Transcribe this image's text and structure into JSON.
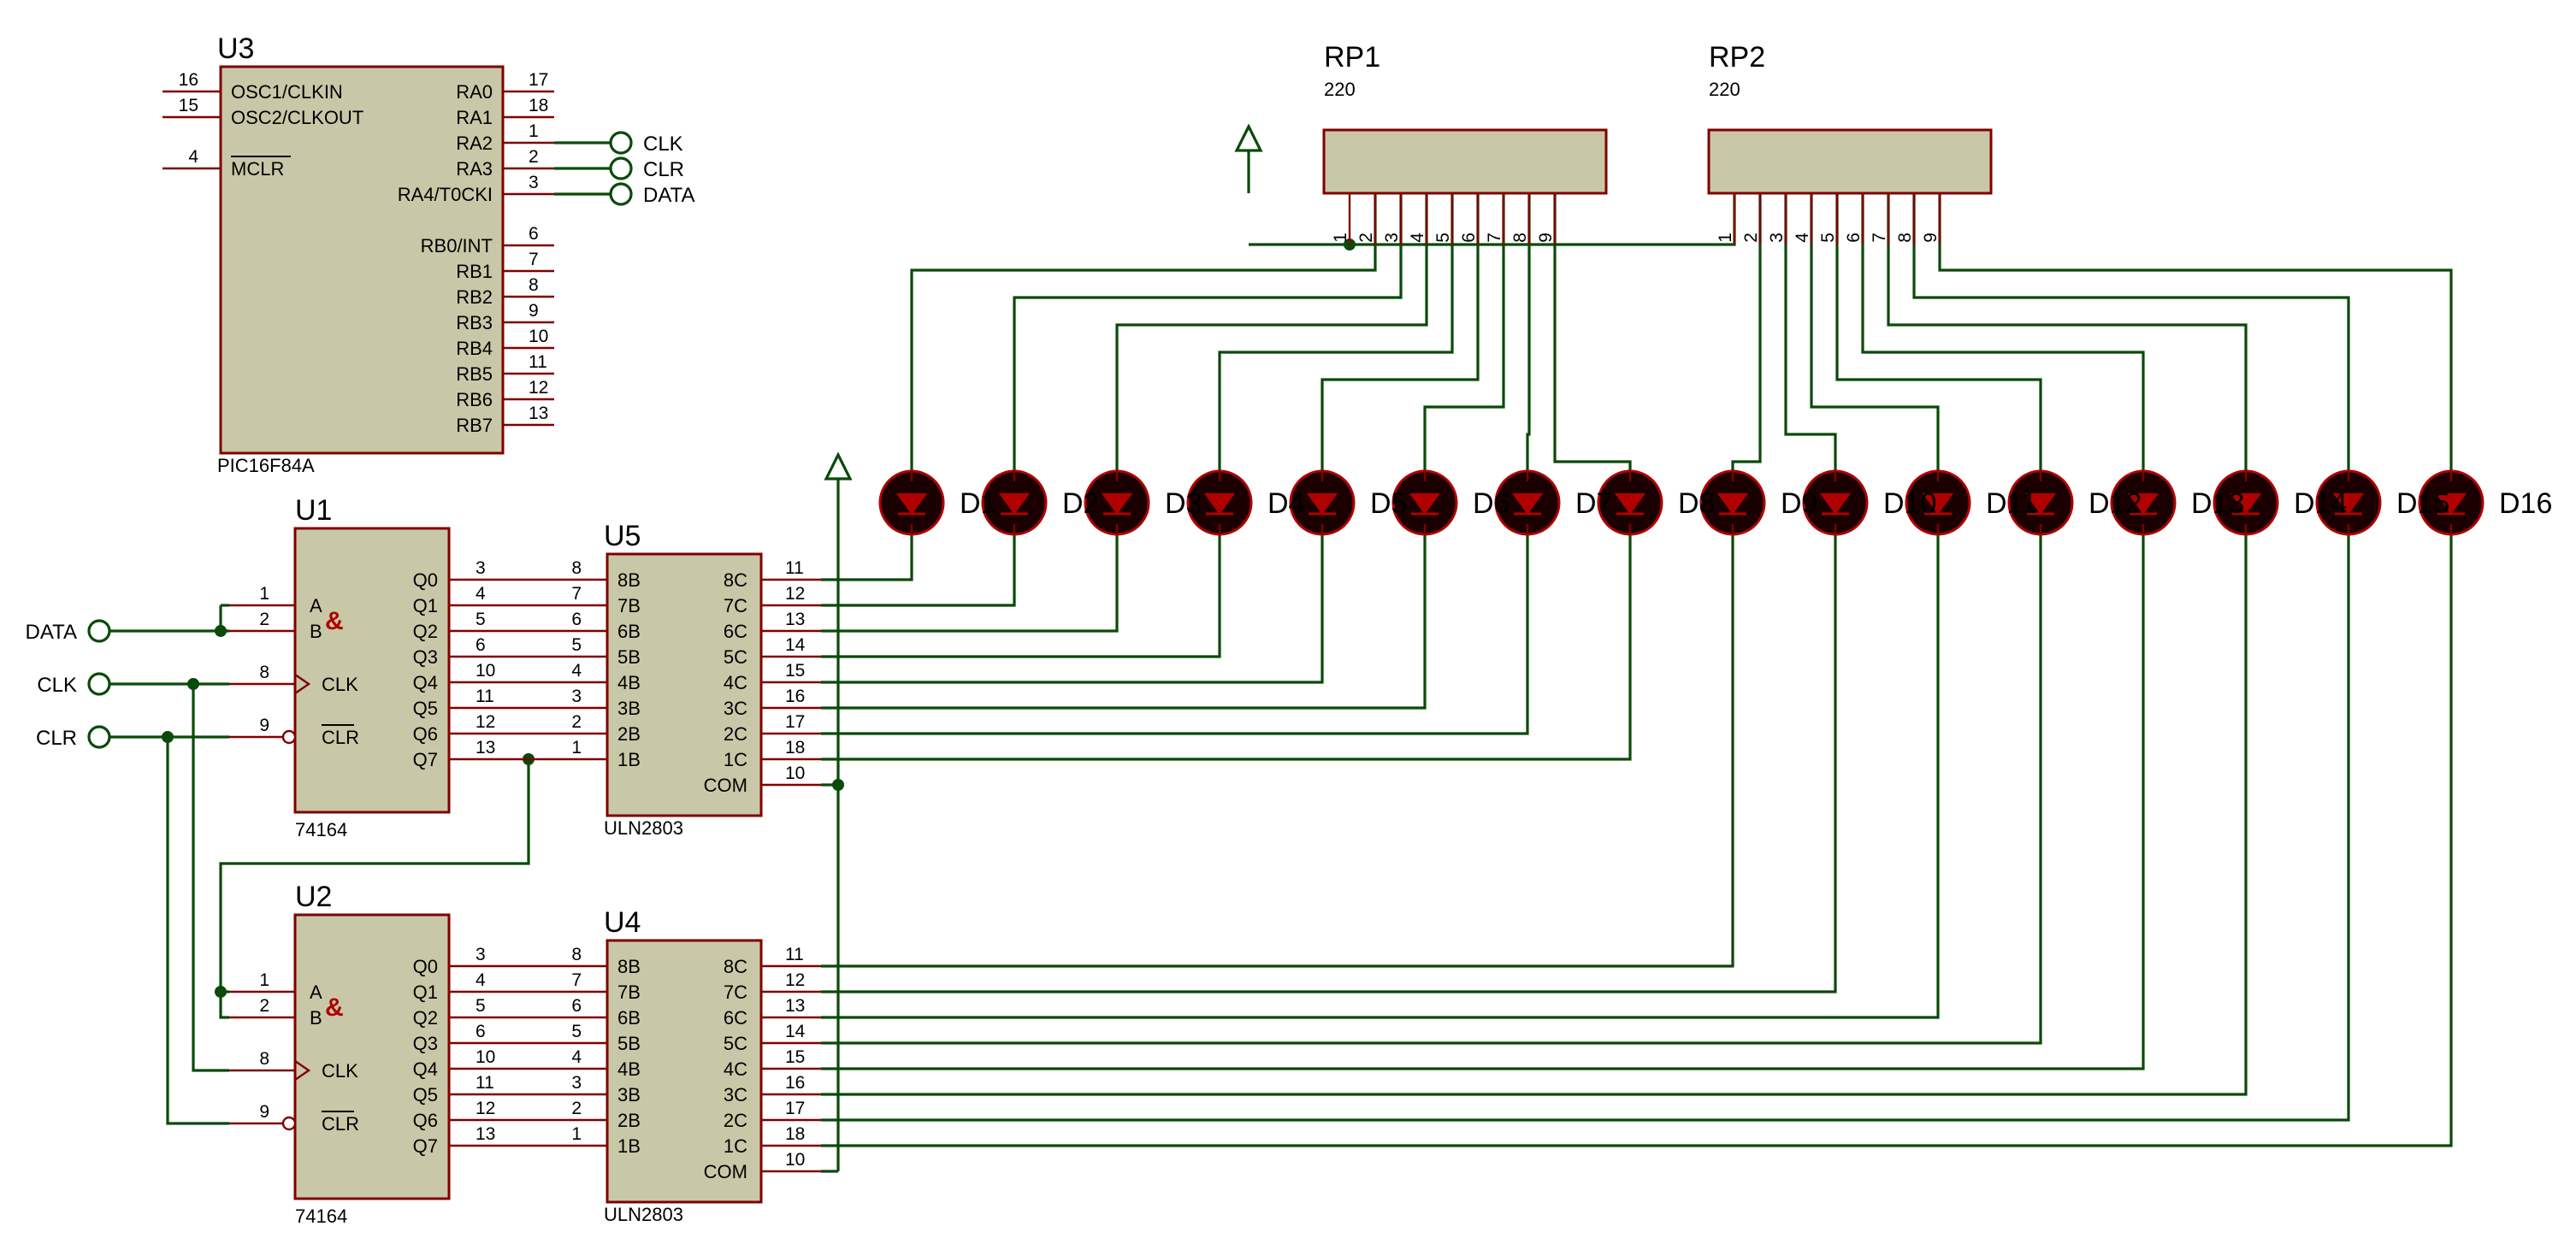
{
  "u3": {
    "ref": "U3",
    "part": "PIC16F84A",
    "left_pins": [
      {
        "num": "16",
        "label": "OSC1/CLKIN"
      },
      {
        "num": "15",
        "label": "OSC2/CLKOUT"
      },
      {
        "num": "4",
        "label": "MCLR"
      }
    ],
    "right_pins": [
      {
        "num": "17",
        "label": "RA0"
      },
      {
        "num": "18",
        "label": "RA1"
      },
      {
        "num": "1",
        "label": "RA2"
      },
      {
        "num": "2",
        "label": "RA3"
      },
      {
        "num": "3",
        "label": "RA4/T0CKI"
      },
      {
        "num": "6",
        "label": "RB0/INT"
      },
      {
        "num": "7",
        "label": "RB1"
      },
      {
        "num": "8",
        "label": "RB2"
      },
      {
        "num": "9",
        "label": "RB3"
      },
      {
        "num": "10",
        "label": "RB4"
      },
      {
        "num": "11",
        "label": "RB5"
      },
      {
        "num": "12",
        "label": "RB6"
      },
      {
        "num": "13",
        "label": "RB7"
      }
    ],
    "terminals": [
      "CLK",
      "CLR",
      "DATA"
    ]
  },
  "registers": [
    {
      "ref": "U1",
      "part": "74164",
      "left_pins": [
        {
          "num": "1",
          "label": "A"
        },
        {
          "num": "2",
          "label": "B"
        },
        {
          "num": "8",
          "label": "CLK"
        },
        {
          "num": "9",
          "label": "CLR"
        }
      ],
      "amp": "&",
      "outputs": [
        {
          "label": "Q0",
          "num": "3"
        },
        {
          "label": "Q1",
          "num": "4"
        },
        {
          "label": "Q2",
          "num": "5"
        },
        {
          "label": "Q3",
          "num": "6"
        },
        {
          "label": "Q4",
          "num": "10"
        },
        {
          "label": "Q5",
          "num": "11"
        },
        {
          "label": "Q6",
          "num": "12"
        },
        {
          "label": "Q7",
          "num": "13"
        }
      ]
    },
    {
      "ref": "U2",
      "part": "74164",
      "left_pins": [
        {
          "num": "1",
          "label": "A"
        },
        {
          "num": "2",
          "label": "B"
        },
        {
          "num": "8",
          "label": "CLK"
        },
        {
          "num": "9",
          "label": "CLR"
        }
      ],
      "amp": "&",
      "outputs": [
        {
          "label": "Q0",
          "num": "3"
        },
        {
          "label": "Q1",
          "num": "4"
        },
        {
          "label": "Q2",
          "num": "5"
        },
        {
          "label": "Q3",
          "num": "6"
        },
        {
          "label": "Q4",
          "num": "10"
        },
        {
          "label": "Q5",
          "num": "11"
        },
        {
          "label": "Q6",
          "num": "12"
        },
        {
          "label": "Q7",
          "num": "13"
        }
      ]
    }
  ],
  "drivers": [
    {
      "ref": "U5",
      "part": "ULN2803",
      "inputs": [
        {
          "label": "8B",
          "num": "8"
        },
        {
          "label": "7B",
          "num": "7"
        },
        {
          "label": "6B",
          "num": "6"
        },
        {
          "label": "5B",
          "num": "5"
        },
        {
          "label": "4B",
          "num": "4"
        },
        {
          "label": "3B",
          "num": "3"
        },
        {
          "label": "2B",
          "num": "2"
        },
        {
          "label": "1B",
          "num": "1"
        }
      ],
      "outputs": [
        {
          "label": "8C",
          "num": "11"
        },
        {
          "label": "7C",
          "num": "12"
        },
        {
          "label": "6C",
          "num": "13"
        },
        {
          "label": "5C",
          "num": "14"
        },
        {
          "label": "4C",
          "num": "15"
        },
        {
          "label": "3C",
          "num": "16"
        },
        {
          "label": "2C",
          "num": "17"
        },
        {
          "label": "1C",
          "num": "18"
        },
        {
          "label": "COM",
          "num": "10"
        }
      ]
    },
    {
      "ref": "U4",
      "part": "ULN2803",
      "inputs": [
        {
          "label": "8B",
          "num": "8"
        },
        {
          "label": "7B",
          "num": "7"
        },
        {
          "label": "6B",
          "num": "6"
        },
        {
          "label": "5B",
          "num": "5"
        },
        {
          "label": "4B",
          "num": "4"
        },
        {
          "label": "3B",
          "num": "3"
        },
        {
          "label": "2B",
          "num": "2"
        },
        {
          "label": "1B",
          "num": "1"
        }
      ],
      "outputs": [
        {
          "label": "8C",
          "num": "11"
        },
        {
          "label": "7C",
          "num": "12"
        },
        {
          "label": "6C",
          "num": "13"
        },
        {
          "label": "5C",
          "num": "14"
        },
        {
          "label": "4C",
          "num": "15"
        },
        {
          "label": "3C",
          "num": "16"
        },
        {
          "label": "2C",
          "num": "17"
        },
        {
          "label": "1C",
          "num": "18"
        },
        {
          "label": "COM",
          "num": "10"
        }
      ]
    }
  ],
  "resistor_packs": [
    {
      "ref": "RP1",
      "value": "220",
      "pins": [
        "1",
        "2",
        "3",
        "4",
        "5",
        "6",
        "7",
        "8",
        "9"
      ]
    },
    {
      "ref": "RP2",
      "value": "220",
      "pins": [
        "1",
        "2",
        "3",
        "4",
        "5",
        "6",
        "7",
        "8",
        "9"
      ]
    }
  ],
  "inputs": [
    {
      "label": "DATA"
    },
    {
      "label": "CLK"
    },
    {
      "label": "CLR"
    }
  ],
  "leds": [
    "D1",
    "D2",
    "D3",
    "D4",
    "D5",
    "D6",
    "D7",
    "D8",
    "D9",
    "D10",
    "D11",
    "D12",
    "D13",
    "D14",
    "D15",
    "D16"
  ],
  "colors": {
    "chip_fill": "#c8c8a8",
    "chip_border": "#800000",
    "wire": "#0a4a0a",
    "led": "#b00000"
  }
}
